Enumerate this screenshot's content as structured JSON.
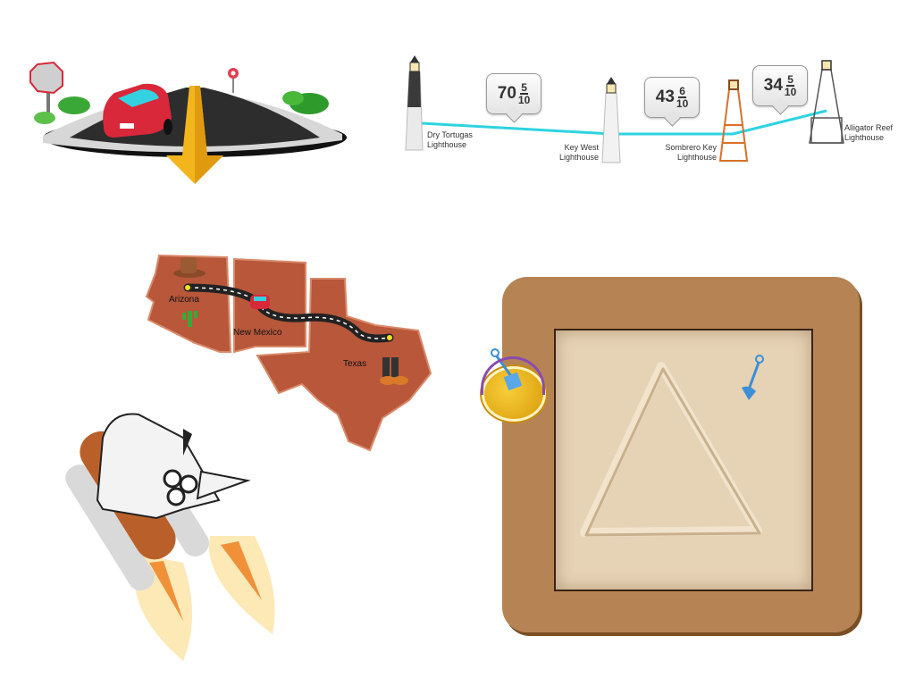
{
  "lighthouse_trail": {
    "line_color": "#2ed3e0",
    "lighthouses": [
      {
        "name_line1": "Dry Tortugas",
        "name_line2": "Lighthouse"
      },
      {
        "name_line1": "Key West",
        "name_line2": "Lighthouse"
      },
      {
        "name_line1": "Sombrero Key",
        "name_line2": "Lighthouse"
      },
      {
        "name_line1": "Alligator Reef",
        "name_line2": "Lighthouse"
      }
    ],
    "distances": [
      {
        "whole": "70",
        "numerator": "5",
        "denominator": "10"
      },
      {
        "whole": "43",
        "numerator": "6",
        "denominator": "10"
      },
      {
        "whole": "34",
        "numerator": "5",
        "denominator": "10"
      }
    ]
  },
  "route_map": {
    "state_color": "#b8573a",
    "states": [
      {
        "name": "Arizona"
      },
      {
        "name": "New Mexico"
      },
      {
        "name": "Texas"
      }
    ]
  },
  "colors": {
    "road": "#2b2b2b",
    "arrow": "#f2b51c",
    "car": "#d8283a",
    "wood": "#b68454",
    "sand": "#e6d2b5",
    "shovel": "#3a8fd8"
  }
}
